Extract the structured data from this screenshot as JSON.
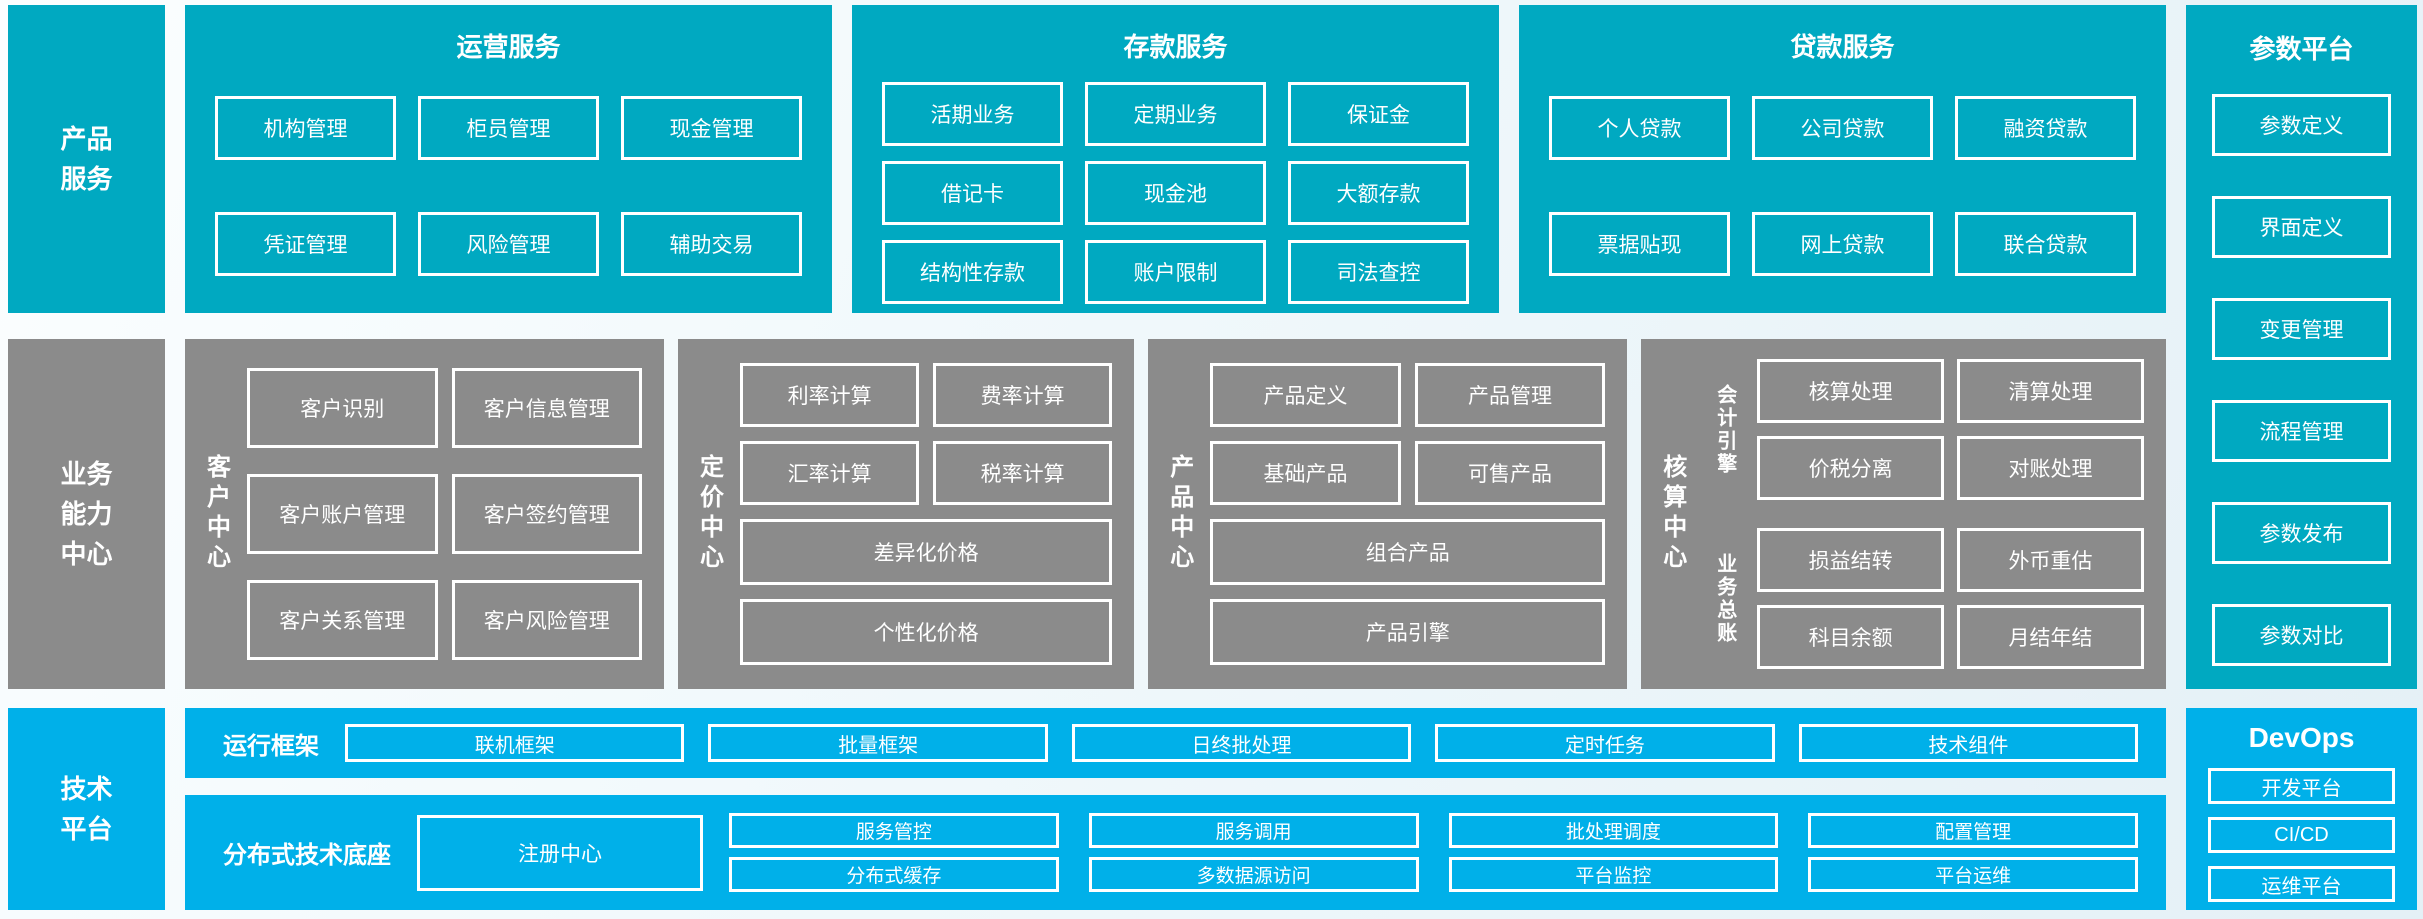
{
  "colors": {
    "teal": "#00a9c1",
    "gray": "#8b8b8b",
    "blue": "#00b0e9",
    "border": "#ffffff",
    "text": "#ffffff"
  },
  "product_row": {
    "side_label": "产品\n服务",
    "sections": [
      {
        "title": "运营服务",
        "items": [
          "机构管理",
          "柜员管理",
          "现金管理",
          "凭证管理",
          "风险管理",
          "辅助交易"
        ]
      },
      {
        "title": "存款服务",
        "items": [
          "活期业务",
          "定期业务",
          "保证金",
          "借记卡",
          "现金池",
          "大额存款",
          "结构性存款",
          "账户限制",
          "司法查控"
        ]
      },
      {
        "title": "贷款服务",
        "items": [
          "个人贷款",
          "公司贷款",
          "融资贷款",
          "票据贴现",
          "网上贷款",
          "联合贷款"
        ]
      }
    ]
  },
  "param_platform": {
    "title": "参数平台",
    "items": [
      "参数定义",
      "界面定义",
      "变更管理",
      "流程管理",
      "参数发布",
      "参数对比"
    ]
  },
  "business_row": {
    "side_label": "业务\n能力\n中心",
    "centers": [
      {
        "label": "客户中心",
        "items": [
          "客户识别",
          "客户信息管理",
          "客户账户管理",
          "客户签约管理",
          "客户关系管理",
          "客户风险管理"
        ]
      },
      {
        "label": "定价中心",
        "items": [
          "利率计算",
          "费率计算",
          "汇率计算",
          "税率计算"
        ],
        "wide_items": [
          "差异化价格",
          "个性化价格"
        ]
      },
      {
        "label": "产品中心",
        "items": [
          "产品定义",
          "产品管理",
          "基础产品",
          "可售产品"
        ],
        "wide_items": [
          "组合产品",
          "产品引擎"
        ]
      },
      {
        "label": "核算中心",
        "groups": [
          {
            "label": "会计引擎",
            "items": [
              "核算处理",
              "清算处理",
              "价税分离",
              "对账处理"
            ]
          },
          {
            "label": "业务总账",
            "items": [
              "损益结转",
              "外币重估",
              "科目余额",
              "月结年结"
            ]
          }
        ]
      }
    ]
  },
  "tech_row": {
    "side_label": "技术\n平台",
    "bands": [
      {
        "label": "运行框架",
        "items": [
          "联机框架",
          "批量框架",
          "日终批处理",
          "定时任务",
          "技术组件"
        ]
      },
      {
        "label": "分布式技术底座",
        "featured_item": "注册中心",
        "items": [
          "服务管控",
          "服务调用",
          "批处理调度",
          "配置管理",
          "分布式缓存",
          "多数据源访问",
          "平台监控",
          "平台运维"
        ]
      }
    ],
    "devops": {
      "title": "DevOps",
      "items": [
        "开发平台",
        "CI/CD",
        "运维平台"
      ]
    }
  }
}
